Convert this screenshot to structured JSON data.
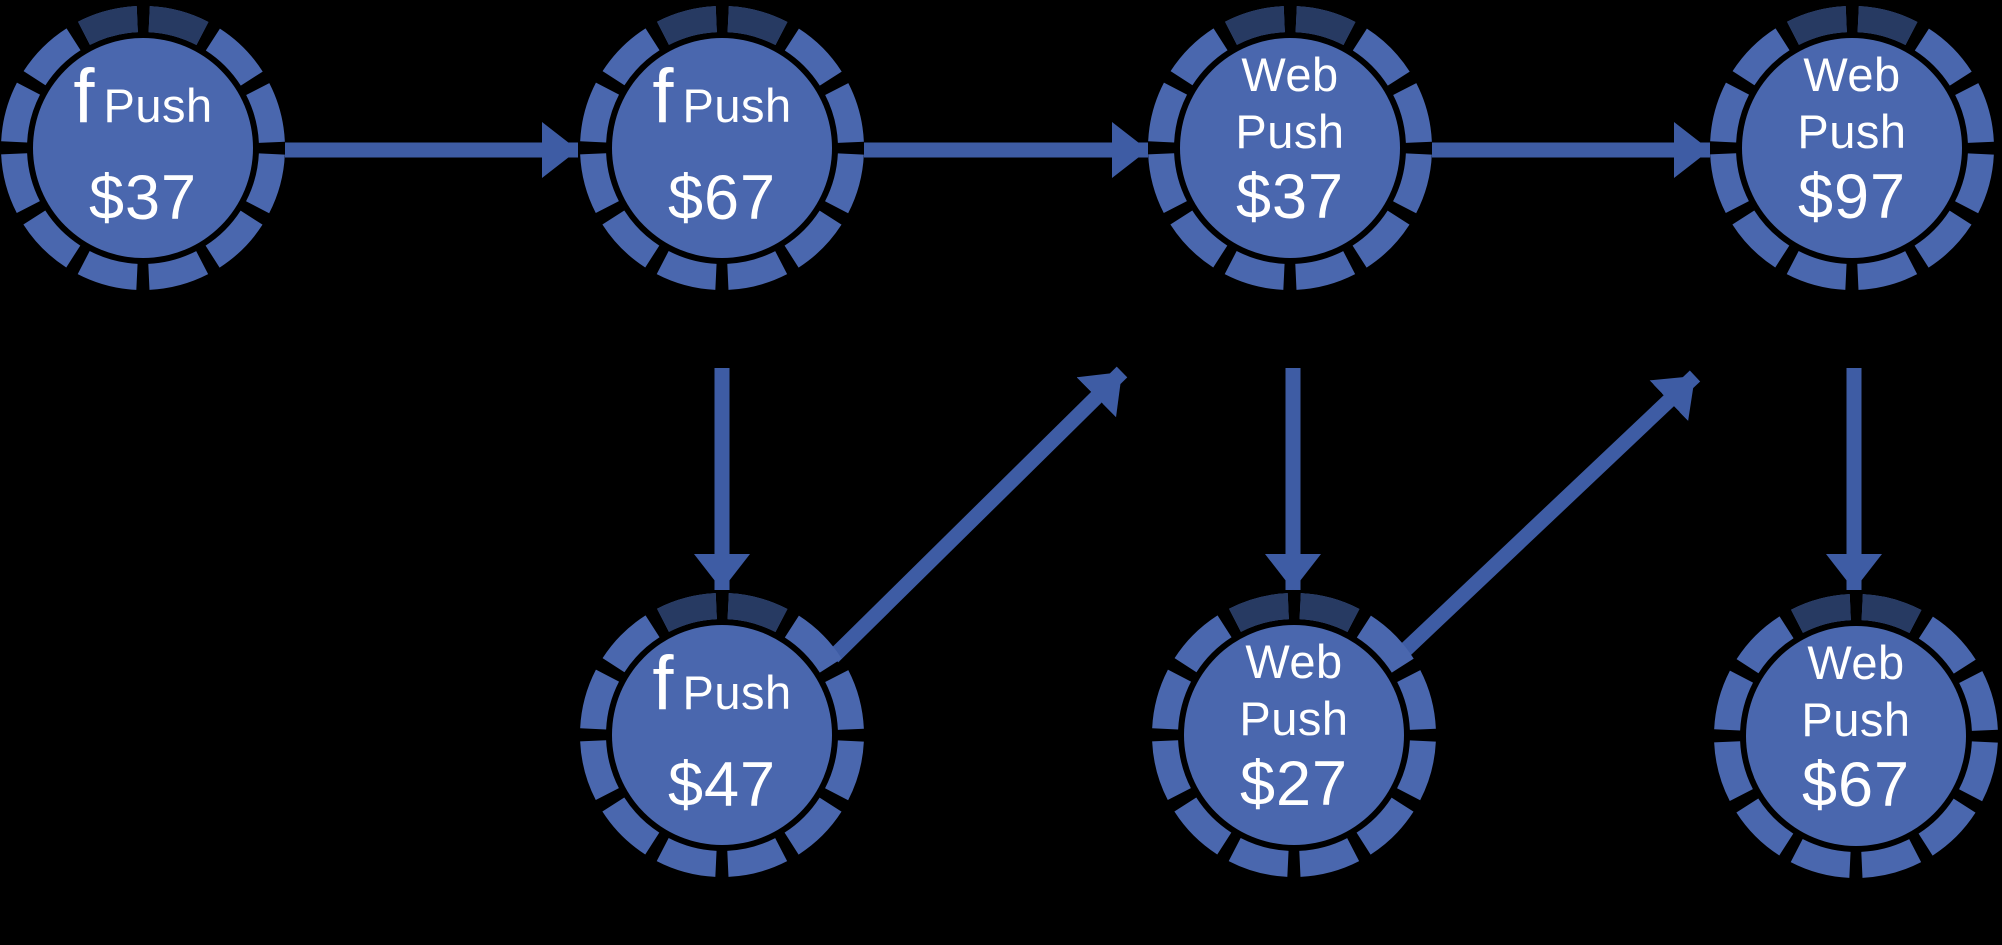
{
  "colors": {
    "background": "#000000",
    "node_fill": "#4A67AE",
    "node_dark": "#273A62",
    "arrow": "#3E5CA4",
    "text": "#FFFFFF"
  },
  "nodes": [
    {
      "id": "top-1",
      "type": "facebook",
      "icon": "f",
      "word": "Push",
      "price": "$37"
    },
    {
      "id": "top-2",
      "type": "facebook",
      "icon": "f",
      "word": "Push",
      "price": "$67"
    },
    {
      "id": "top-3",
      "type": "web",
      "word1": "Web",
      "word2": "Push",
      "price": "$37"
    },
    {
      "id": "top-4",
      "type": "web",
      "word1": "Web",
      "word2": "Push",
      "price": "$97"
    },
    {
      "id": "bottom-1",
      "type": "facebook",
      "icon": "f",
      "word": "Push",
      "price": "$47"
    },
    {
      "id": "bottom-2",
      "type": "web",
      "word1": "Web",
      "word2": "Push",
      "price": "$27"
    },
    {
      "id": "bottom-3",
      "type": "web",
      "word1": "Web",
      "word2": "Push",
      "price": "$67"
    }
  ],
  "edges": [
    {
      "from": "top-1",
      "to": "top-2"
    },
    {
      "from": "top-2",
      "to": "top-3"
    },
    {
      "from": "top-3",
      "to": "top-4"
    },
    {
      "from": "top-2",
      "to": "bottom-1"
    },
    {
      "from": "top-3",
      "to": "bottom-2"
    },
    {
      "from": "top-4",
      "to": "bottom-3"
    },
    {
      "from": "bottom-1",
      "to": "top-3"
    },
    {
      "from": "bottom-2",
      "to": "top-4"
    }
  ]
}
